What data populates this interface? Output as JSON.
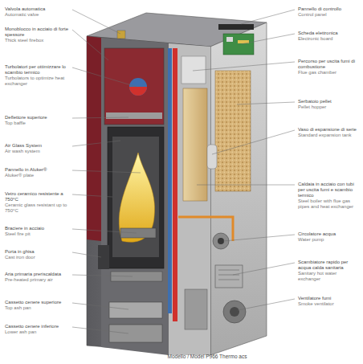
{
  "diagram": {
    "caption": "Modello / Model P966 Thermo acs",
    "labels": [
      "Valvola automatica",
      "Automatic valve",
      "Monoblocco in acciaio di forte spessore",
      "Thick steel firebox",
      "Turbolatori per ottimizzare lo scambio termico",
      "Turbolators to optimize heat exchanger",
      "Deflettore superiore",
      "Top baffle",
      "Air Glass System",
      "Air wash system",
      "Pannello in Aluker®",
      "Aluker® plate",
      "Vetro ceramico resistente a 750°C",
      "Ceramic glass resistant up to 750°C",
      "Braciere in acciaio",
      "Steel fire pit",
      "Porta in ghisa",
      "Cast iron door",
      "Aria primaria preriscaldata",
      "Pre-heated primary air",
      "Cassetto cenere superiore",
      "Top ash pan",
      "Cassetto cenere inferiore",
      "Lower ash pan",
      "Pannello di controllo",
      "Control panel",
      "Scheda elettronica",
      "Electronic board",
      "Percorso per uscita fumi di combustione",
      "Flue gas chamber",
      "Serbatoio pellet",
      "Pellet hopper",
      "Vaso di espansione di serie",
      "Standard expansion tank",
      "Caldaia in acciaio con tubi per uscita fumi e scambio termico",
      "Steel boiler with flue gas pipes and heat exchanger",
      "Circolatore acqua",
      "Water pump",
      "Scambiatore rapido per acqua calda sanitaria",
      "Sanitary hot water exchanger",
      "Ventilatore fumi",
      "Smoke ventilator"
    ]
  }
}
